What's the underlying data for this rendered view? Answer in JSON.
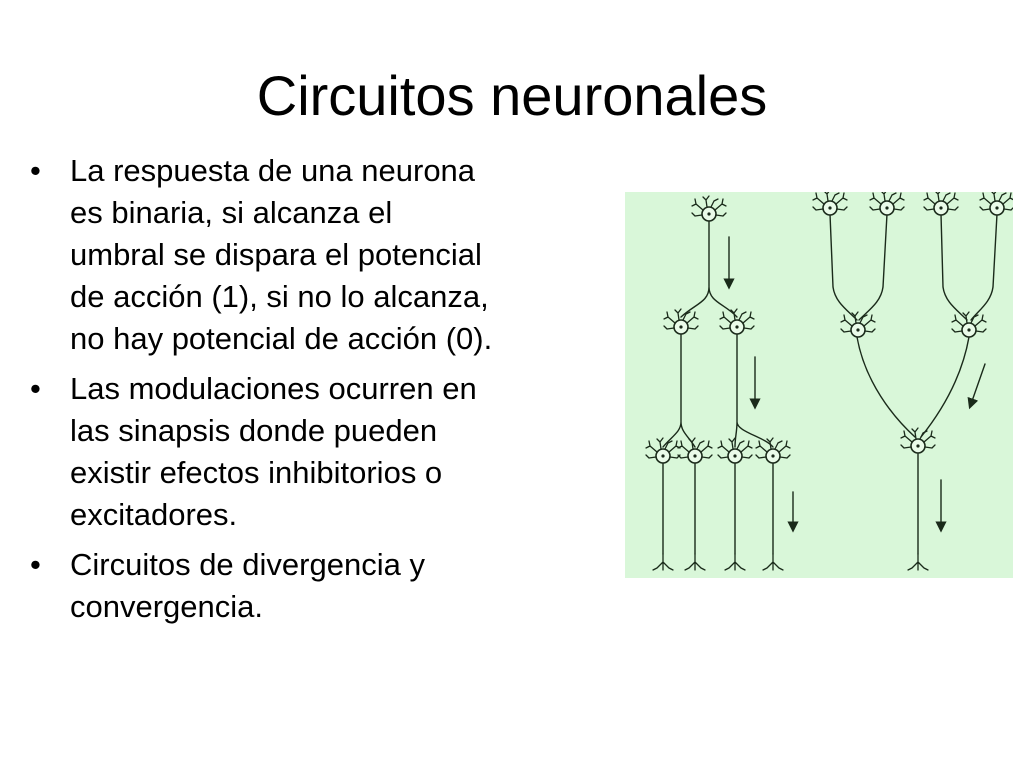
{
  "slide": {
    "title": "Circuitos neuronales",
    "bullets": [
      {
        "lines": [
          "La respuesta de una neurona",
          "es binaria, si alcanza el",
          "umbral se dispara el potencial",
          "de acción (1), si no lo alcanza,",
          "no hay potencial de acción (0)."
        ]
      },
      {
        "lines": [
          "Las modulaciones ocurren en",
          "las sinapsis donde pueden",
          "existir efectos inhibitorios o",
          "excitadores."
        ]
      },
      {
        "lines": [
          "Circuitos de divergencia y",
          "convergencia."
        ]
      }
    ],
    "bullet_symbol": "•"
  },
  "colors": {
    "figure_background": "#d9f7d9",
    "ink": "#1a2a1a"
  }
}
